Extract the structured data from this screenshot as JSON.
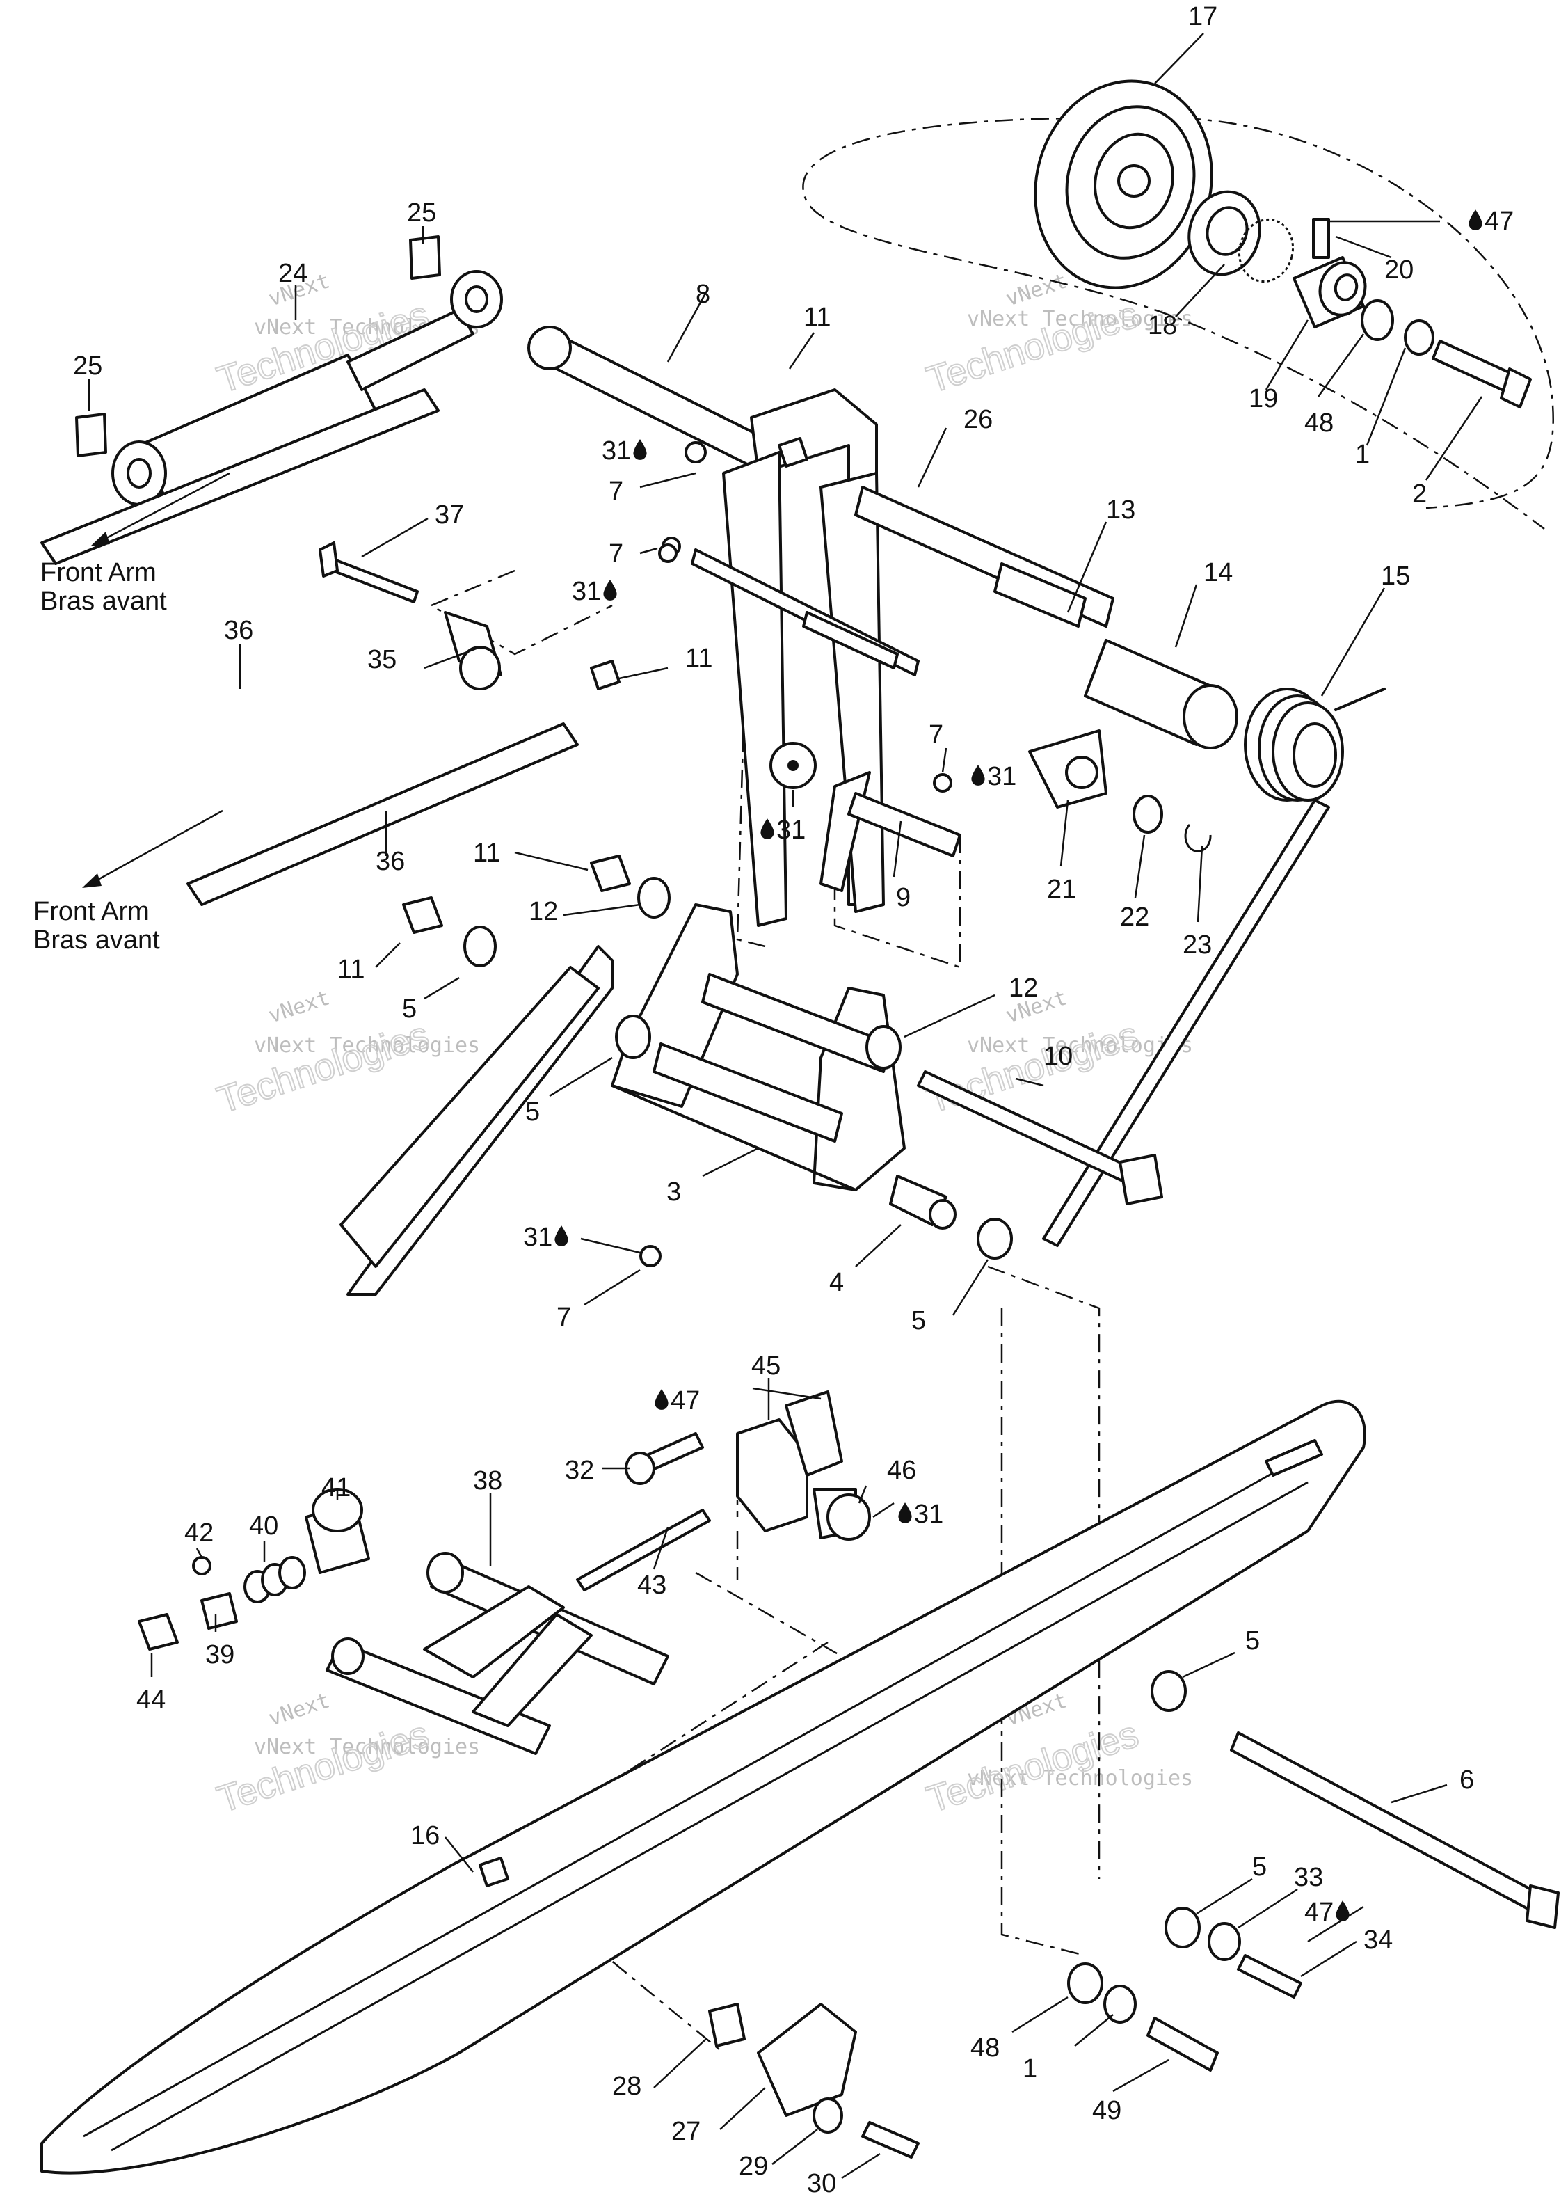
{
  "watermark": {
    "line1": "vNext",
    "line2": "vNext Technologies",
    "line3": "Technologies"
  },
  "notes": {
    "front_arm_en": "Front Arm",
    "front_arm_fr": "Bras avant"
  },
  "drop_icon": "oil-drop-icon",
  "callouts": [
    {
      "id": "c17",
      "label": "17"
    },
    {
      "id": "c47a",
      "label": "47",
      "drop": true
    },
    {
      "id": "c20",
      "label": "20"
    },
    {
      "id": "c18",
      "label": "18"
    },
    {
      "id": "c19",
      "label": "19"
    },
    {
      "id": "c48a",
      "label": "48"
    },
    {
      "id": "c1a",
      "label": "1"
    },
    {
      "id": "c2",
      "label": "2"
    },
    {
      "id": "c25a",
      "label": "25"
    },
    {
      "id": "c24",
      "label": "24"
    },
    {
      "id": "c25b",
      "label": "25"
    },
    {
      "id": "c8",
      "label": "8"
    },
    {
      "id": "c11a",
      "label": "11"
    },
    {
      "id": "c26",
      "label": "26"
    },
    {
      "id": "c31a",
      "label": "31",
      "drop": true
    },
    {
      "id": "c7a",
      "label": "7"
    },
    {
      "id": "c13",
      "label": "13"
    },
    {
      "id": "c14",
      "label": "14"
    },
    {
      "id": "c15",
      "label": "15"
    },
    {
      "id": "c37",
      "label": "37"
    },
    {
      "id": "c7b",
      "label": "7"
    },
    {
      "id": "c31b",
      "label": "31",
      "drop": true
    },
    {
      "id": "c36a",
      "label": "36"
    },
    {
      "id": "c35",
      "label": "35"
    },
    {
      "id": "c11b",
      "label": "11"
    },
    {
      "id": "c7c",
      "label": "7"
    },
    {
      "id": "c31c",
      "label": "31",
      "drop": true
    },
    {
      "id": "c31d",
      "label": "31",
      "drop": true
    },
    {
      "id": "c9",
      "label": "9"
    },
    {
      "id": "c21",
      "label": "21"
    },
    {
      "id": "c22",
      "label": "22"
    },
    {
      "id": "c23",
      "label": "23"
    },
    {
      "id": "c36b",
      "label": "36"
    },
    {
      "id": "c11c",
      "label": "11"
    },
    {
      "id": "c12a",
      "label": "12"
    },
    {
      "id": "c11d",
      "label": "11"
    },
    {
      "id": "c5a",
      "label": "5"
    },
    {
      "id": "c12b",
      "label": "12"
    },
    {
      "id": "c10",
      "label": "10"
    },
    {
      "id": "c5b",
      "label": "5"
    },
    {
      "id": "c3",
      "label": "3"
    },
    {
      "id": "c31e",
      "label": "31",
      "drop": true
    },
    {
      "id": "c4",
      "label": "4"
    },
    {
      "id": "c7d",
      "label": "7"
    },
    {
      "id": "c5c",
      "label": "5"
    },
    {
      "id": "c45",
      "label": "45"
    },
    {
      "id": "c47b",
      "label": "47",
      "drop": true
    },
    {
      "id": "c32",
      "label": "32"
    },
    {
      "id": "c46",
      "label": "46"
    },
    {
      "id": "c31f",
      "label": "31",
      "drop": true
    },
    {
      "id": "c38",
      "label": "38"
    },
    {
      "id": "c41",
      "label": "41"
    },
    {
      "id": "c42",
      "label": "42"
    },
    {
      "id": "c40",
      "label": "40"
    },
    {
      "id": "c43",
      "label": "43"
    },
    {
      "id": "c39",
      "label": "39"
    },
    {
      "id": "c44",
      "label": "44"
    },
    {
      "id": "c5d",
      "label": "5"
    },
    {
      "id": "c6",
      "label": "6"
    },
    {
      "id": "c16",
      "label": "16"
    },
    {
      "id": "c5e",
      "label": "5"
    },
    {
      "id": "c33",
      "label": "33"
    },
    {
      "id": "c47c",
      "label": "47",
      "drop": true
    },
    {
      "id": "c34",
      "label": "34"
    },
    {
      "id": "c48b",
      "label": "48"
    },
    {
      "id": "c1b",
      "label": "1"
    },
    {
      "id": "c49",
      "label": "49"
    },
    {
      "id": "c28",
      "label": "28"
    },
    {
      "id": "c27",
      "label": "27"
    },
    {
      "id": "c29",
      "label": "29"
    },
    {
      "id": "c30",
      "label": "30"
    }
  ]
}
